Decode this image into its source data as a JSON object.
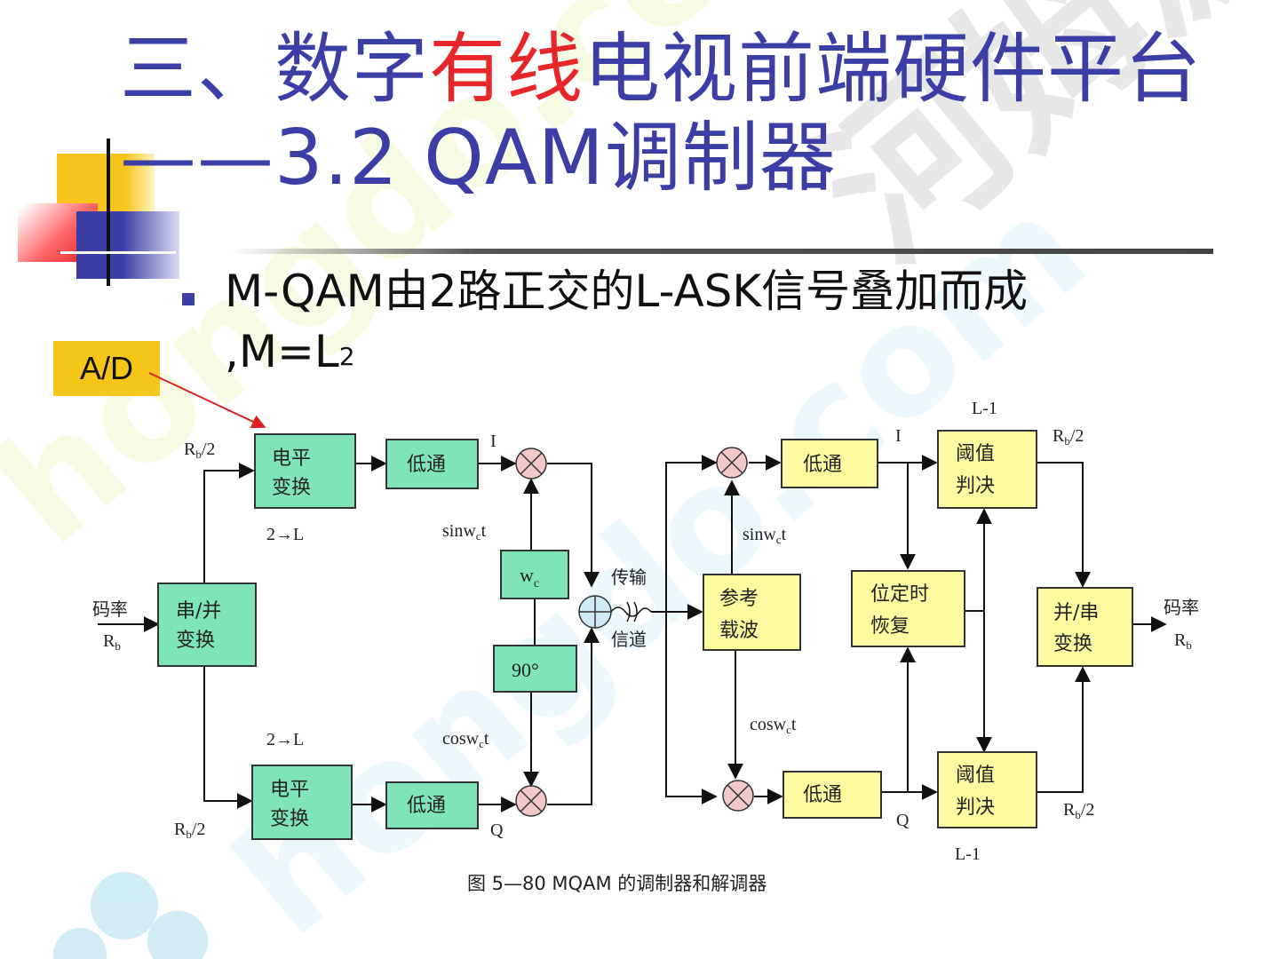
{
  "title": {
    "line1_a": "三、数字",
    "line1_red": "有线",
    "line1_b": "电视前端硬件平台",
    "line2": "——3.2 QAM调制器"
  },
  "bullet": {
    "text": "M-QAM由2路正交的L-ASK信号叠加而成",
    "formula": ",M=L",
    "exponent": "2"
  },
  "annotation": {
    "label": "A/D"
  },
  "watermark": {
    "text": "hongdo.com",
    "brand": "河姆渡"
  },
  "diagram": {
    "caption": "图 5—80 MQAM 的调制器和解调器",
    "blocks": {
      "sp": [
        "串/并",
        "变换"
      ],
      "lc_top": [
        "电平",
        "变换"
      ],
      "lc_bot": [
        "电平",
        "变换"
      ],
      "lpf_tx_top": "低通",
      "lpf_tx_bot": "低通",
      "osc": "w",
      "osc_sub": "c",
      "phase": "90°",
      "carrier": [
        "参考",
        "载波"
      ],
      "lpf_rx_top": "低通",
      "lpf_rx_bot": "低通",
      "timing": [
        "位定时",
        "恢复"
      ],
      "dec_top": [
        "阈值",
        "判决"
      ],
      "dec_bot": [
        "阈值",
        "判决"
      ],
      "ps": [
        "并/串",
        "变换"
      ]
    },
    "labels": {
      "rate_in": "码率",
      "rb_in": "R",
      "rb_half": "R",
      "rb_sub": "b",
      "rb_half_suffix": "/2",
      "l2_top": "2→L",
      "l2_bot": "2→L",
      "i_tx": "I",
      "q_tx": "Q",
      "sin_tx": "sinw",
      "cos_tx": "cosw",
      "c_sub": "c",
      "t": "t",
      "channel_top": "传输",
      "channel_bot": "信道",
      "sin_rx": "sinw",
      "cos_rx": "cosw",
      "i_rx": "I",
      "q_rx": "Q",
      "l1_top": "L-1",
      "l1_bot": "L-1",
      "rate_out": "码率",
      "rb_out": "R"
    },
    "colors": {
      "tx_block": "#7fe5b8",
      "rx_block": "#fdfaa0",
      "mixer": "#f3c8c8",
      "adder": "#cfeaf4"
    }
  }
}
